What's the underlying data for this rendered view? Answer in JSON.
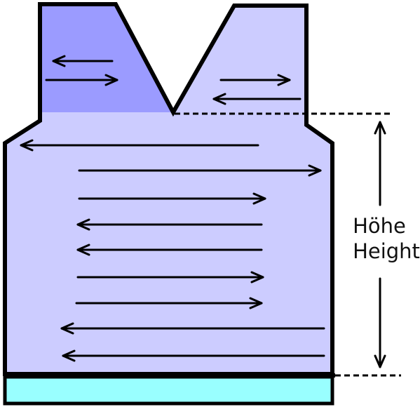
{
  "labels": {
    "height_de": "Höhe",
    "height_en": "Height"
  },
  "colors": {
    "body_fill": "#ccccff",
    "left_strap_fill": "#9b9bff",
    "ribbing_fill": "#99ffff",
    "outline": "#000000"
  },
  "knitting": {
    "left_strap_rows": [
      "left",
      "right"
    ],
    "right_strap_rows": [
      "right",
      "left"
    ],
    "body_rows": [
      "left",
      "right",
      "right",
      "left",
      "left",
      "right",
      "right",
      "left",
      "left"
    ]
  }
}
